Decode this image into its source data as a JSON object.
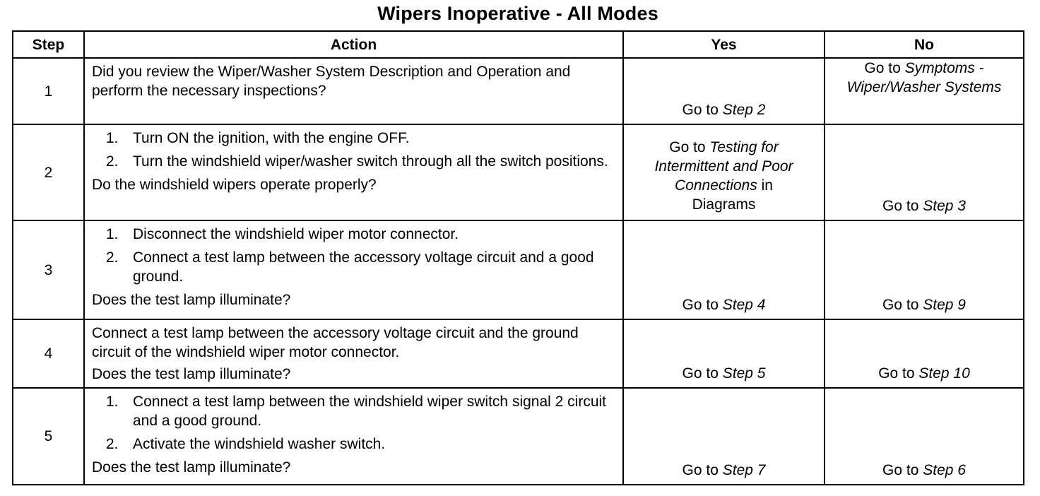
{
  "title": "Wipers Inoperative - All Modes",
  "headers": {
    "step": "Step",
    "action": "Action",
    "yes": "Yes",
    "no": "No"
  },
  "rows": [
    {
      "step": "1",
      "action_text": "Did you review the Wiper/Washer System Description and Operation and perform the necessary inspections?",
      "yes": {
        "prefix": "Go to ",
        "ref": "Step 2"
      },
      "no": {
        "prefix": "Go to ",
        "ref": "Symptoms - Wiper/Washer Systems"
      }
    },
    {
      "step": "2",
      "items": [
        {
          "num": "1.",
          "text": "Turn ON the ignition, with the engine OFF."
        },
        {
          "num": "2.",
          "text": "Turn the windshield wiper/washer switch through all the switch positions."
        }
      ],
      "question": "Do the windshield wipers operate properly?",
      "yes": {
        "prefix": "Go to ",
        "ref": "Testing for Intermittent and Poor Connections",
        "suffix": " in Diagrams"
      },
      "no": {
        "prefix": "Go to ",
        "ref": "Step 3"
      }
    },
    {
      "step": "3",
      "items": [
        {
          "num": "1.",
          "text": "Disconnect the windshield wiper motor connector."
        },
        {
          "num": "2.",
          "text": "Connect a test lamp between the accessory voltage circuit and a good ground."
        }
      ],
      "question": "Does the test lamp illuminate?",
      "yes": {
        "prefix": "Go to ",
        "ref": "Step 4"
      },
      "no": {
        "prefix": "Go to ",
        "ref": "Step 9"
      }
    },
    {
      "step": "4",
      "action_text": "Connect a test lamp between the accessory voltage circuit and the ground circuit of the windshield wiper motor connector.",
      "question": "Does the test lamp illuminate?",
      "yes": {
        "prefix": "Go to ",
        "ref": "Step 5"
      },
      "no": {
        "prefix": "Go to ",
        "ref": "Step 10"
      }
    },
    {
      "step": "5",
      "items": [
        {
          "num": "1.",
          "text": "Connect a test lamp between the windshield wiper switch signal 2 circuit and a good ground."
        },
        {
          "num": "2.",
          "text": "Activate the windshield washer switch."
        }
      ],
      "question": "Does the test lamp illuminate?",
      "yes": {
        "prefix": "Go to ",
        "ref": "Step 7"
      },
      "no": {
        "prefix": "Go to ",
        "ref": "Step 6"
      }
    }
  ]
}
